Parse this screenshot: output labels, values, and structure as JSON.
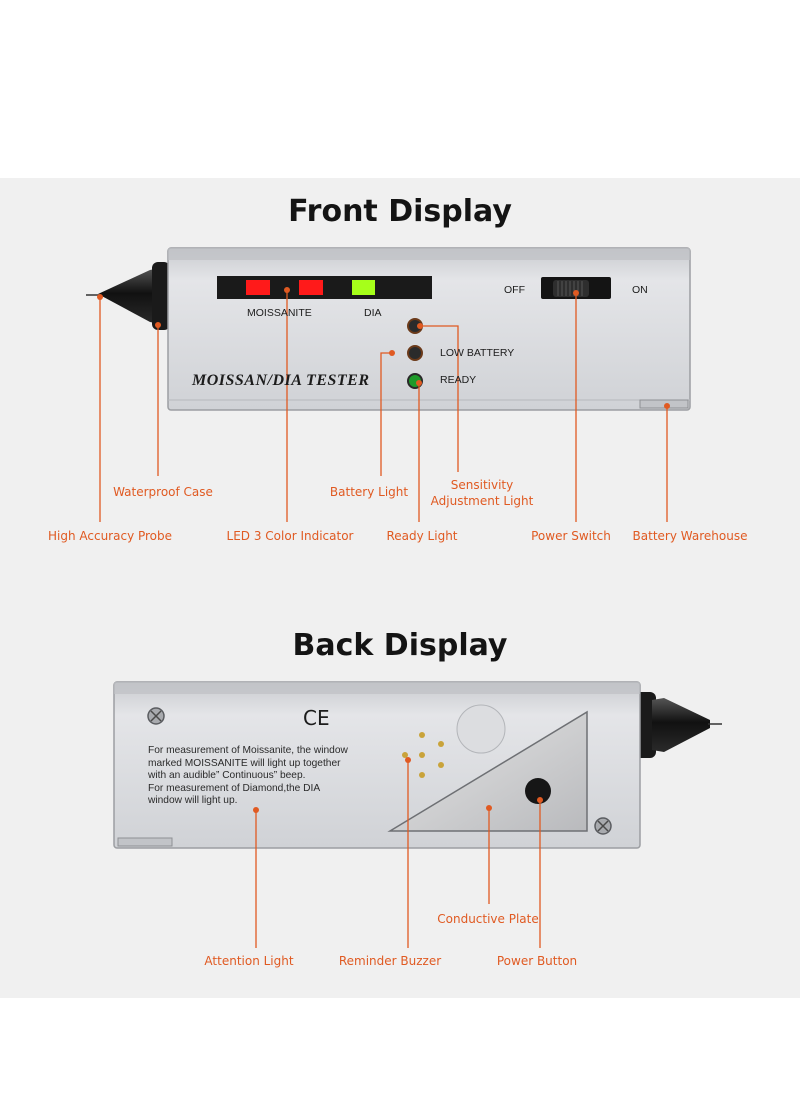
{
  "front": {
    "title": "Front Display",
    "device_label": "MOISSAN/DIA TESTER",
    "led_labels": {
      "moissanite": "MOISSANITE",
      "dia": "DIA"
    },
    "switch_labels": {
      "off": "OFF",
      "on": "ON"
    },
    "indicator_labels": {
      "low_battery": "LOW BATTERY",
      "ready": "READY"
    },
    "callouts": {
      "waterproof_case": "Waterproof Case",
      "high_accuracy_probe": "High Accuracy Probe",
      "led_indicator": "LED 3 Color Indicator",
      "battery_light": "Battery Light",
      "sensitivity_line1": "Sensitivity",
      "sensitivity_line2": "Adjustment Light",
      "ready_light": "Ready Light",
      "power_switch": "Power Switch",
      "battery_warehouse": "Battery Warehouse"
    }
  },
  "back": {
    "title": "Back Display",
    "ce_mark": "CE",
    "instructions": [
      "For measurement of Moissanite, the window",
      "marked MOISSANITE will light up together",
      "with an audible” Continuous” beep.",
      "For measurement of Diamond,the DIA",
      "window will light up."
    ],
    "callouts": {
      "conductive_plate": "Conductive Plate",
      "attention_light": "Attention Light",
      "reminder_buzzer": "Reminder Buzzer",
      "power_button": "Power Button"
    }
  },
  "colors": {
    "callout": "#e05a22",
    "led_red": "#ff1a1a",
    "led_green": "#a6ff1a",
    "ready_green": "#1e9a2a",
    "panel": "#f0f0f0",
    "device_silver": "#d4d6da"
  }
}
